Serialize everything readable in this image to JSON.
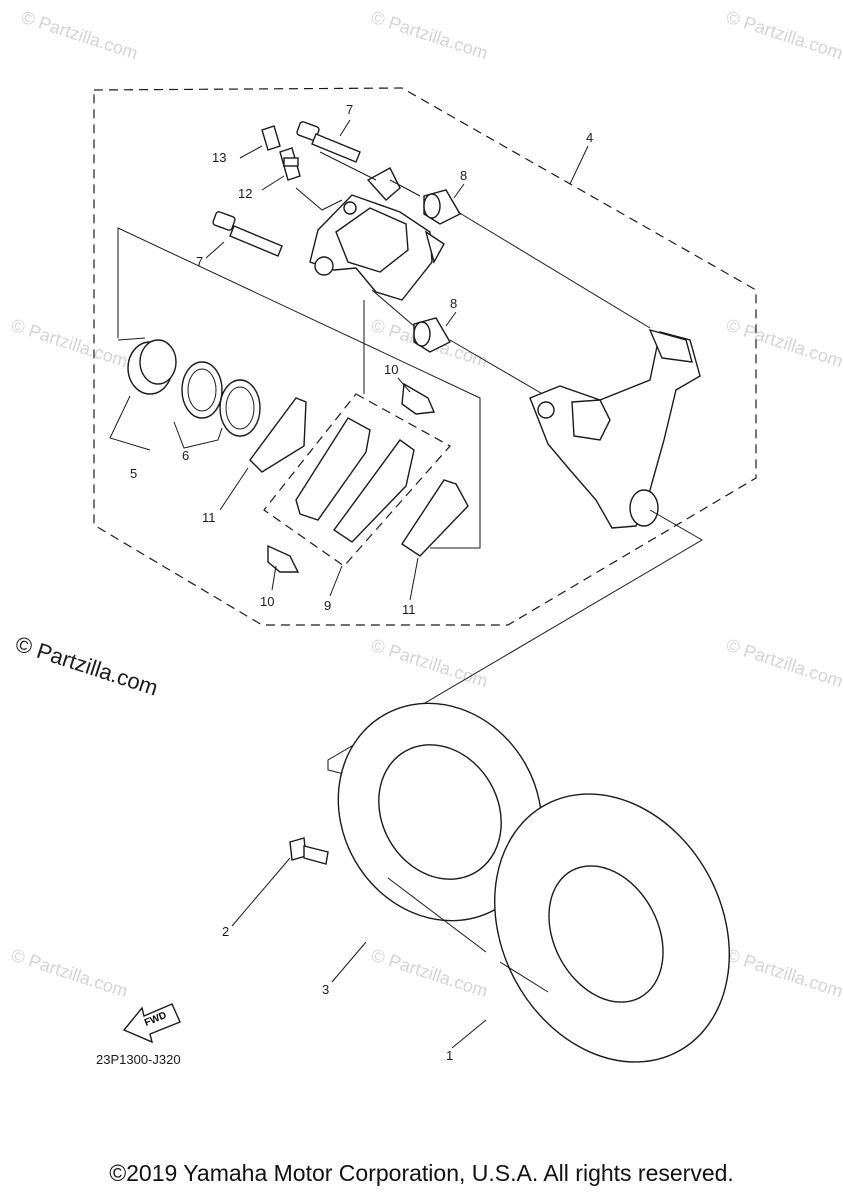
{
  "watermark": "© Partzilla.com",
  "watermark_main": "© Partzilla.com",
  "callouts": {
    "c1": "1",
    "c2": "2",
    "c3": "3",
    "c4": "4",
    "c5": "5",
    "c6": "6",
    "c7a": "7",
    "c7b": "7",
    "c8a": "8",
    "c8b": "8",
    "c9": "9",
    "c10a": "10",
    "c10b": "10",
    "c11a": "11",
    "c11b": "11",
    "c12": "12",
    "c13": "13"
  },
  "fwd_label": "FWD",
  "diagram_code": "23P1300-J320",
  "copyright": "©2019 Yamaha Motor Corporation, U.S.A. All rights reserved.",
  "colors": {
    "ink": "#1a1a1a",
    "watermark": "#d4d4d4",
    "background": "#ffffff"
  }
}
